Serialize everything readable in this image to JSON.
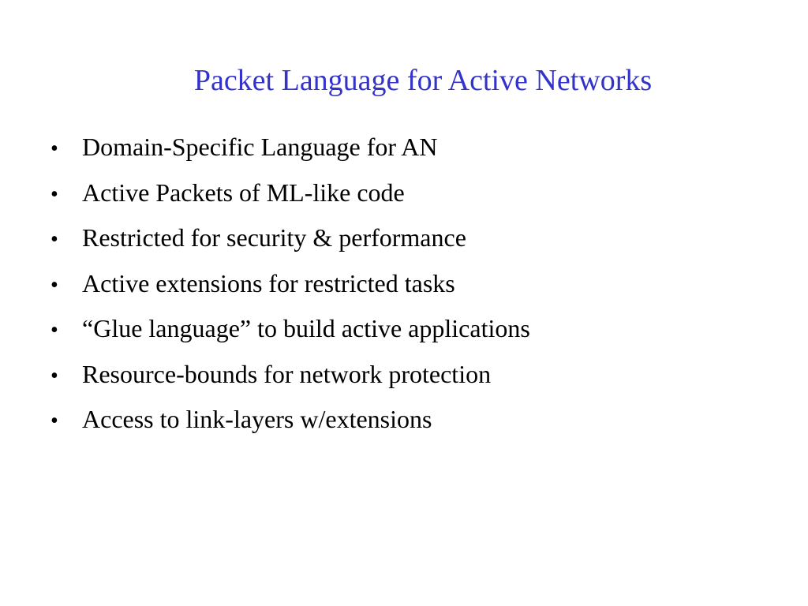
{
  "slide": {
    "title": "Packet Language for Active Networks",
    "bullet_glyph": "•",
    "bullets": [
      "Domain-Specific Language for AN",
      "Active Packets of ML-like code",
      "Restricted for security & performance",
      "Active extensions for restricted tasks",
      "“Glue language” to build active applications",
      "Resource-bounds for network protection",
      "Access to link-layers w/extensions"
    ]
  },
  "colors": {
    "title": "#3333cc",
    "body_text": "#000000",
    "background": "#ffffff"
  }
}
